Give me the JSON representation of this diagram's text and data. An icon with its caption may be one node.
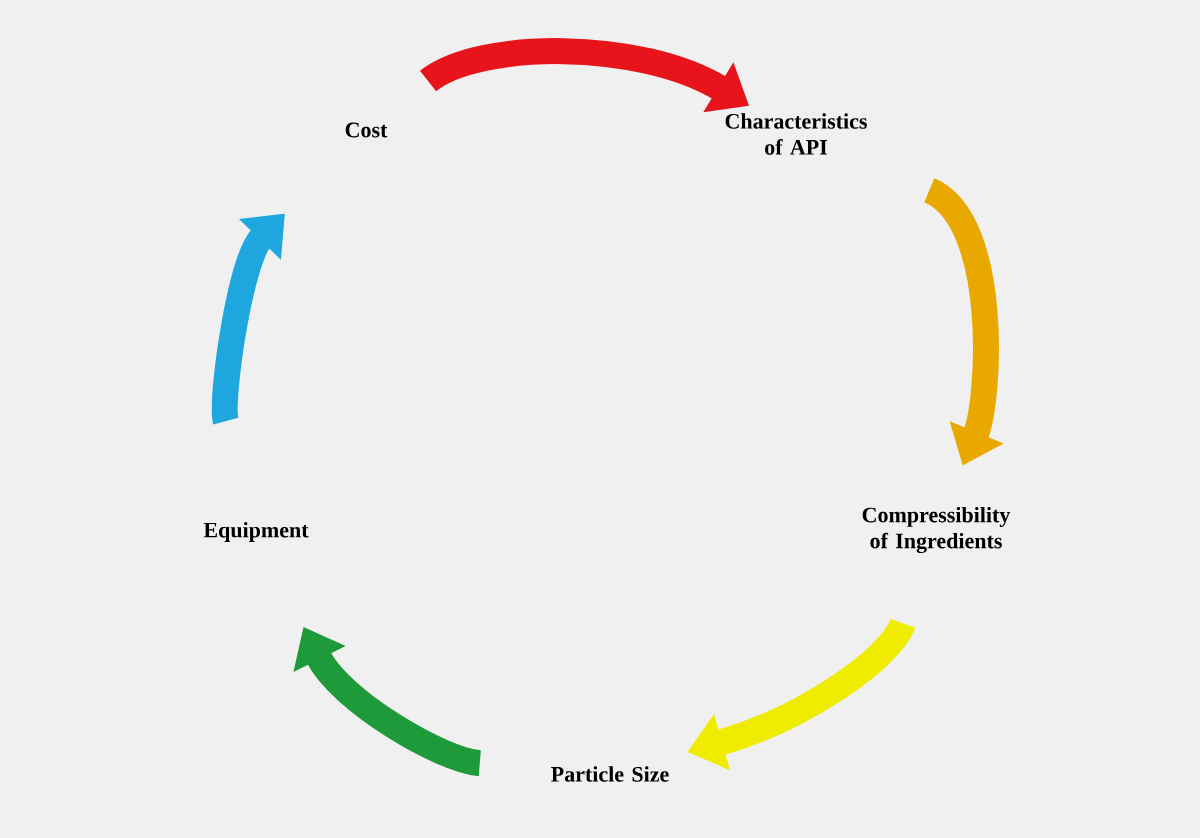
{
  "diagram": {
    "nodes": [
      {
        "text": [
          "Cost"
        ]
      },
      {
        "text": [
          "Characteristics of API"
        ]
      },
      {
        "text": [
          "Compressibility of Ingredients"
        ]
      },
      {
        "text": [
          "Particle Size"
        ]
      },
      {
        "text": [
          "Equipment"
        ]
      }
    ],
    "edges": [
      {
        "from": 0,
        "to": 1,
        "arrow": "to",
        "color": "#e8141b"
      },
      {
        "from": 1,
        "to": 2,
        "arrow": "to",
        "color": "#e8a800"
      },
      {
        "from": 2,
        "to": 3,
        "arrow": "to",
        "color": "#f0ec00"
      },
      {
        "from": 3,
        "to": 4,
        "arrow": "to",
        "color": "#1e9a3a"
      },
      {
        "from": 4,
        "to": 0,
        "arrow": "to",
        "color": "#1ea6de"
      }
    ]
  }
}
